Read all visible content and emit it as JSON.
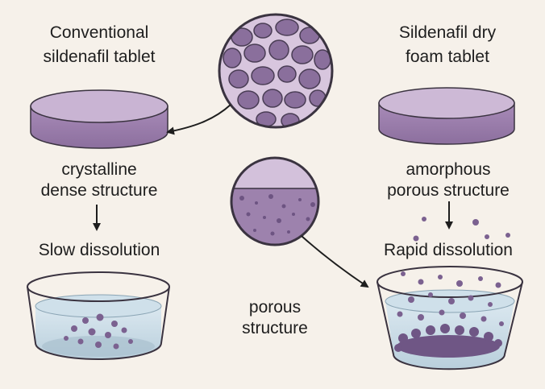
{
  "left": {
    "title_line1": "Conventional",
    "title_line2": "sildenafil tablet",
    "structure_line1": "crystalline",
    "structure_line2": "dense structure",
    "result": "Slow dissolution"
  },
  "right": {
    "title_line1": "Sildenafil dry",
    "title_line2": "foam tablet",
    "structure_line1": "amorphous",
    "structure_line2": "porous structure",
    "result": "Rapid dissolution"
  },
  "center": {
    "caption_line1": "porous",
    "caption_line2": "structure"
  },
  "colors": {
    "background": "#f6f1ea",
    "tablet_top": "#c9b4d3",
    "tablet_side": "#9c7fad",
    "particle": "#7b6190",
    "water": "#cfe0ea",
    "outline": "#3a3340"
  }
}
